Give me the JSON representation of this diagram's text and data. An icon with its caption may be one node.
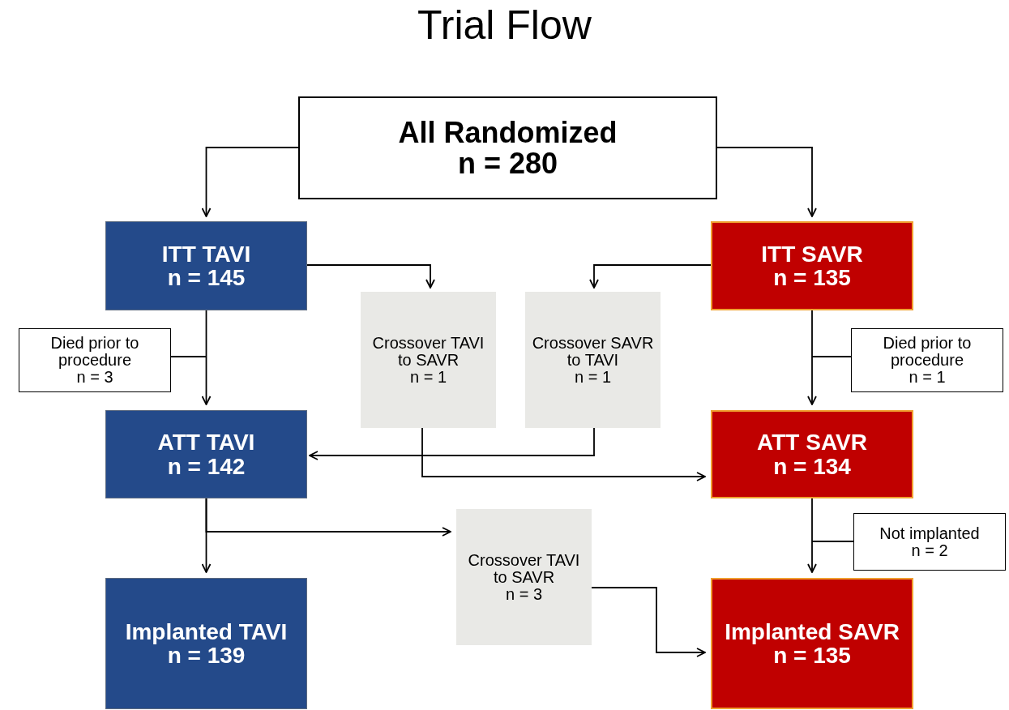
{
  "diagram": {
    "title": "Trial Flow",
    "nodes": [
      {
        "text": [
          "All Randomized",
          "n = 280"
        ]
      },
      {
        "text": [
          "ITT TAVI",
          "n = 145"
        ]
      },
      {
        "text": [
          "ITT SAVR",
          "n = 135"
        ]
      },
      {
        "text": [
          "Died prior to procedure",
          "n = 3"
        ]
      },
      {
        "text": [
          "Crossover TAVI to SAVR",
          "n = 1"
        ]
      },
      {
        "text": [
          "Crossover SAVR to TAVI",
          "n = 1"
        ]
      },
      {
        "text": [
          "Died prior to procedure",
          "n = 1"
        ]
      },
      {
        "text": [
          "ATT TAVI",
          "n = 142"
        ]
      },
      {
        "text": [
          "ATT SAVR",
          "n = 134"
        ]
      },
      {
        "text": [
          "Crossover TAVI to SAVR",
          "n = 3"
        ]
      },
      {
        "text": [
          "Not implanted",
          "n = 2"
        ]
      },
      {
        "text": [
          "Implanted TAVI",
          "n = 139"
        ]
      },
      {
        "text": [
          "Implanted SAVR",
          "n = 135"
        ]
      }
    ],
    "edges": [
      {
        "from": 0,
        "to": 1,
        "arrow": "to"
      },
      {
        "from": 0,
        "to": 2,
        "arrow": "to"
      },
      {
        "from": 1,
        "to": 4,
        "arrow": "to"
      },
      {
        "from": 2,
        "to": 5,
        "arrow": "to"
      },
      {
        "from": 1,
        "to": 7,
        "arrow": "to"
      },
      {
        "from": 3,
        "to": null,
        "arrow": "none"
      },
      {
        "from": 2,
        "to": 8,
        "arrow": "to"
      },
      {
        "from": 6,
        "to": null,
        "arrow": "none"
      },
      {
        "from": 5,
        "to": 7,
        "arrow": "to"
      },
      {
        "from": 4,
        "to": 8,
        "arrow": "to"
      },
      {
        "from": 7,
        "to": 11,
        "arrow": "to"
      },
      {
        "from": 7,
        "to": 9,
        "arrow": "to"
      },
      {
        "from": 8,
        "to": 12,
        "arrow": "to"
      },
      {
        "from": 10,
        "to": null,
        "arrow": "none"
      },
      {
        "from": 9,
        "to": 12,
        "arrow": "to"
      }
    ]
  }
}
